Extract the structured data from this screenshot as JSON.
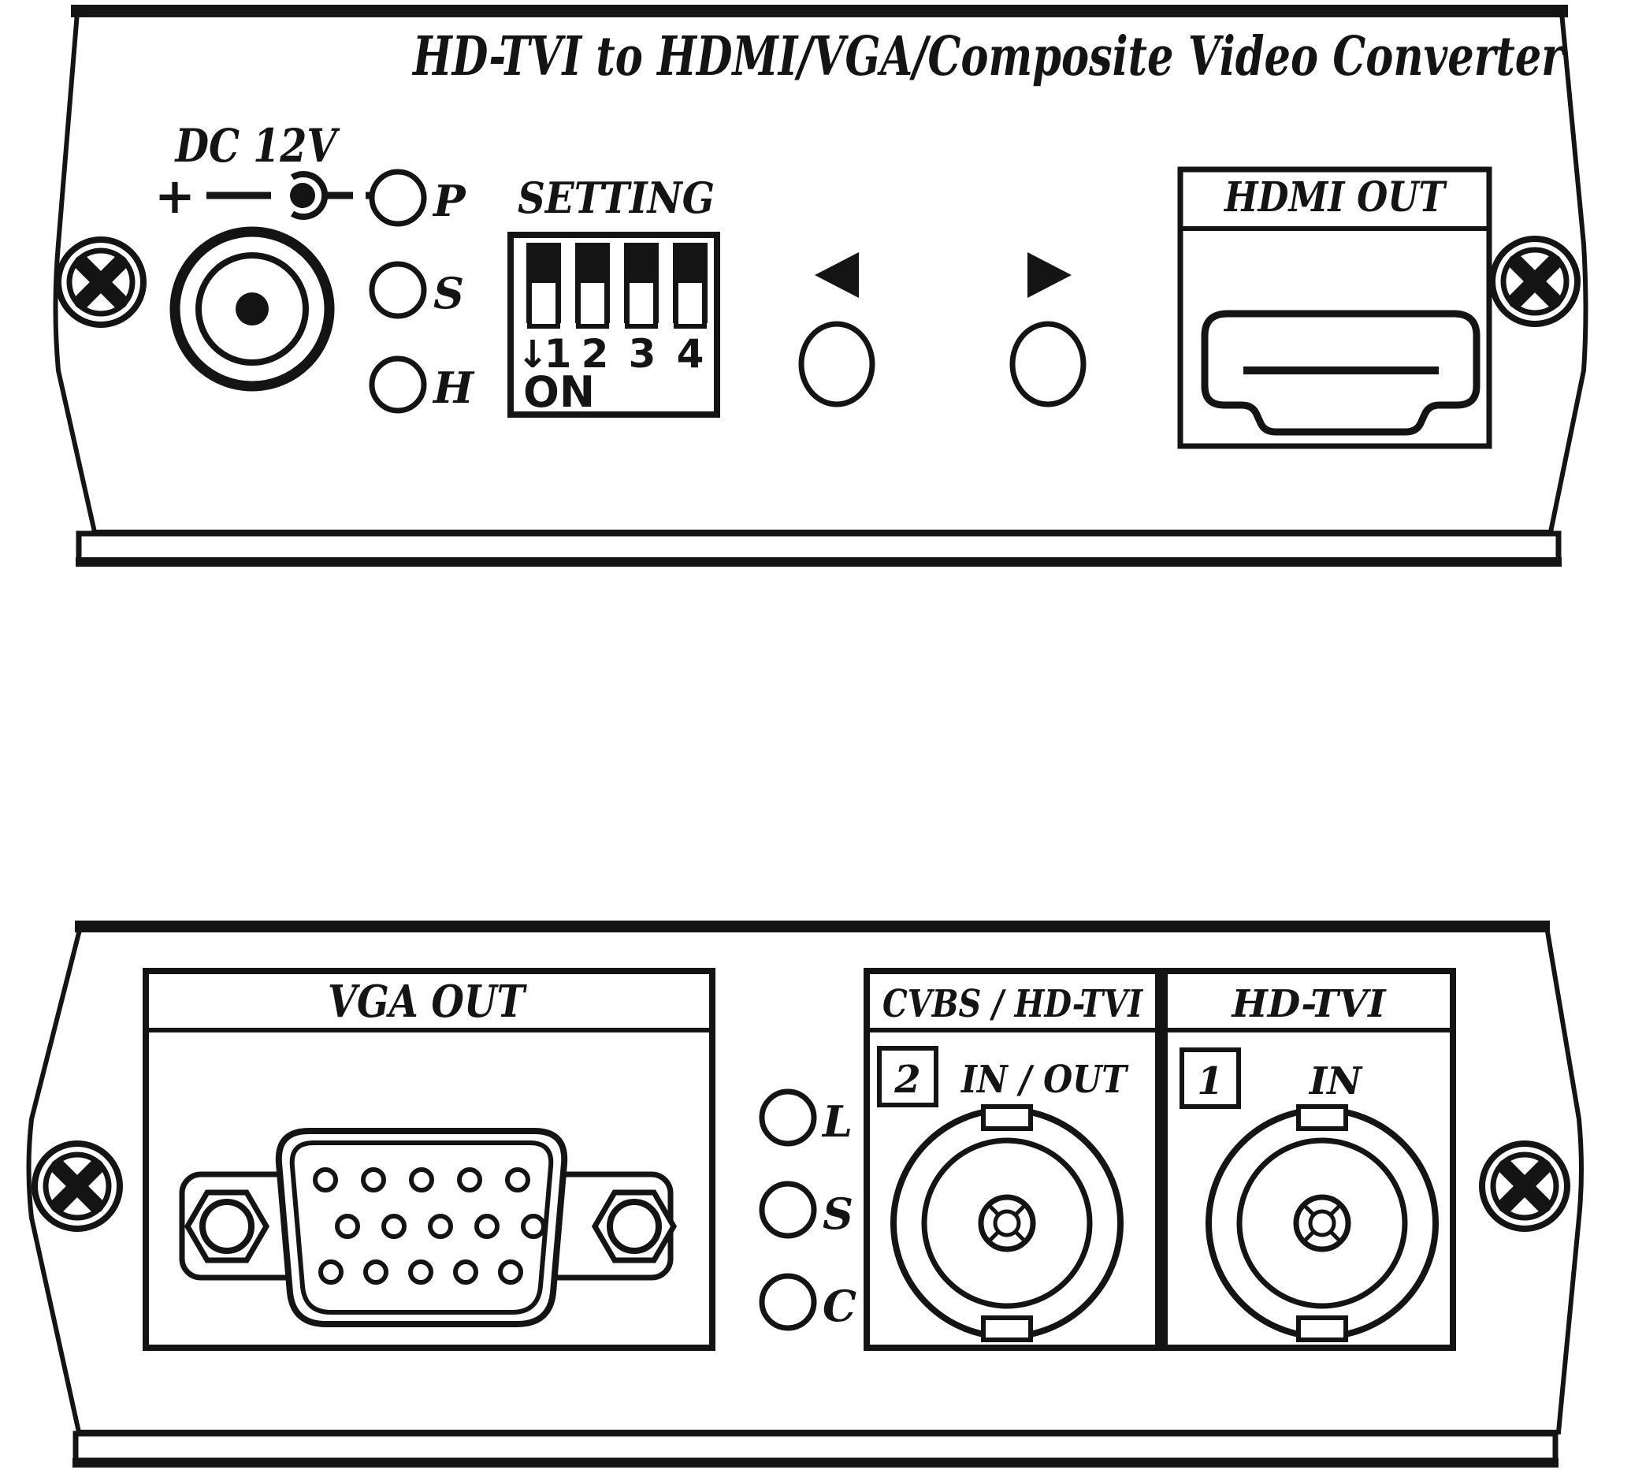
{
  "title": "HD-TVI to HDMI/VGA/Composite Video Converter",
  "colors": {
    "ink": "#141414",
    "paper": "#ffffff"
  },
  "front_panel": {
    "power": {
      "label": "DC 12V",
      "polarity_plus": "+"
    },
    "status_leds": [
      {
        "label": "P"
      },
      {
        "label": "S"
      },
      {
        "label": "H"
      }
    ],
    "dip_switch": {
      "title": "SETTING",
      "arrow": "↓",
      "positions": [
        "1",
        "2",
        "3",
        "4"
      ],
      "on_label": "ON",
      "states": [
        "down",
        "down",
        "down",
        "down"
      ]
    },
    "nav_buttons": [
      {
        "icon": "left-arrow"
      },
      {
        "icon": "right-arrow"
      }
    ],
    "hdmi_port": {
      "label": "HDMI OUT"
    }
  },
  "rear_panel": {
    "vga_port": {
      "label": "VGA OUT"
    },
    "status_leds": [
      {
        "label": "L"
      },
      {
        "label": "S"
      },
      {
        "label": "C"
      }
    ],
    "bnc_ports": [
      {
        "header": "CVBS / HD-TVI",
        "number": "2",
        "direction": "IN / OUT"
      },
      {
        "header": "HD-TVI",
        "number": "1",
        "direction": "IN"
      }
    ]
  }
}
